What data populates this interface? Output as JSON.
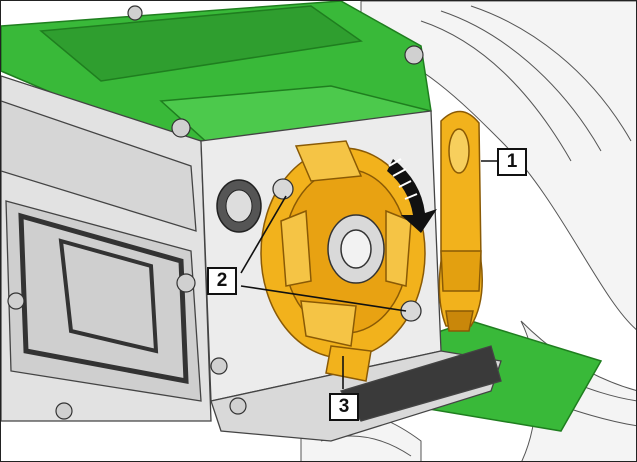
{
  "callouts": [
    {
      "id": "1",
      "label": "1",
      "part": "lever"
    },
    {
      "id": "2",
      "label": "2",
      "part": "bolts"
    },
    {
      "id": "3",
      "label": "3",
      "part": "disc"
    }
  ],
  "colors": {
    "green": "#39b939",
    "green_dark": "#1f7e1f",
    "yellow": "#f2b21c",
    "yellow_dark": "#b77a08",
    "metal": "#e2e2e2",
    "outline": "#111111"
  }
}
